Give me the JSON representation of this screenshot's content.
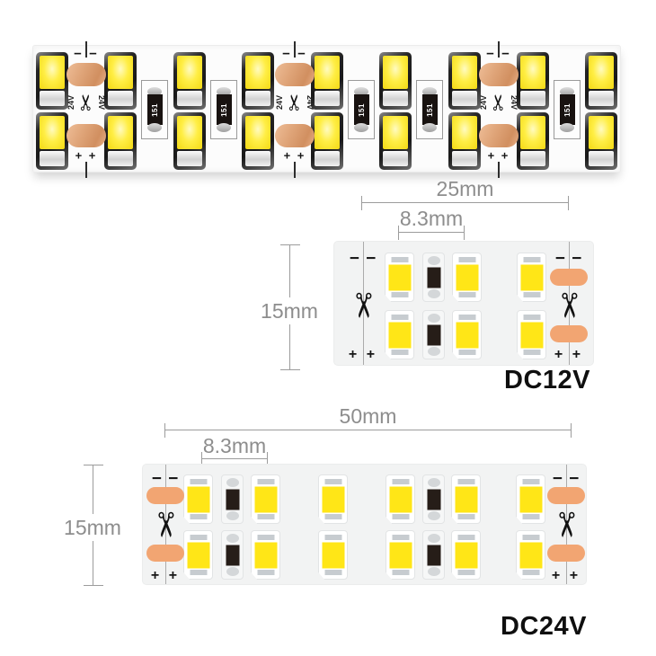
{
  "photo_strip": {
    "voltage_marking": "24V",
    "resistor_code": "151",
    "minus_marks": "− −",
    "plus_marks": "+ +"
  },
  "diagram_12v": {
    "cut_width_label": "25mm",
    "pitch_label": "8.3mm",
    "height_label": "15mm",
    "voltage_label": "DC12V",
    "minus_marks": "− −",
    "plus_marks": "+ +"
  },
  "diagram_24v": {
    "cut_width_label": "50mm",
    "pitch_label": "8.3mm",
    "height_label": "15mm",
    "voltage_label": "DC24V",
    "minus_marks": "− −",
    "plus_marks": "+ +"
  },
  "icons": {
    "scissors": "✂"
  },
  "colors": {
    "led_yellow": "#ffe617",
    "copper_pad_diagram": "#f2a572",
    "copper_pad_photo": "#dfa478",
    "strip_body": "#f2f3f3",
    "dimension_gray": "#8d8d8d",
    "label_black": "#0f0f0f"
  }
}
